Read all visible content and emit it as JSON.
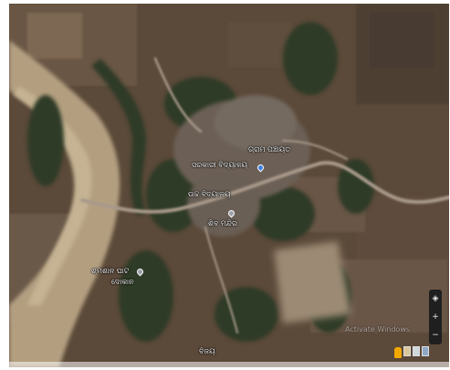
{
  "map": {
    "type": "satellite",
    "labels": [
      {
        "id": "label-settlement-north-east",
        "text": "ଗ୍ରାମ ପଞ୍ଚାୟତ"
      },
      {
        "id": "label-settlement-centre",
        "text": "ସରକାରୀ ବିଦ୍ୟାଳୟ"
      },
      {
        "id": "label-settlement-centre-2",
        "text": "ଉଚ୍ଚ ବିଦ୍ୟାଳୟ"
      },
      {
        "id": "label-settlement-south",
        "text": "ଶିବ ମନ୍ଦିର"
      },
      {
        "id": "label-river-west",
        "text": "ଶ୍ମଶାନ ଘାଟ"
      },
      {
        "id": "label-south-bottom",
        "text": "ବିଜୟ"
      },
      {
        "id": "label-village-shop",
        "text": "ଦୋକାନ"
      }
    ],
    "watermark": "Activate Windows",
    "colors": {
      "field_dark": "#5a4737",
      "field_mid": "#7a6450",
      "field_light": "#8e7a64",
      "riverbed": "#b3a082",
      "riverbed_light": "#c8b798",
      "vegetation": "#2e3a24",
      "vegetation_dark": "#223020",
      "road": "#a89a86",
      "settlement": "#6e6258",
      "poi_blue": "#3f7fe0",
      "poi_grey": "#9aa0a6"
    },
    "controls": {
      "compass": "◈",
      "zoom_in": "+",
      "zoom_out": "−"
    }
  }
}
